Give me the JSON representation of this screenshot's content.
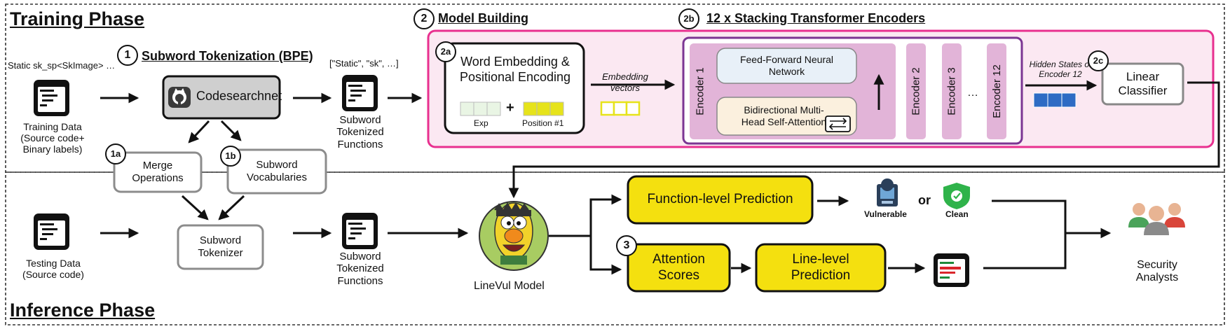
{
  "phases": {
    "training": "Training Phase",
    "inference": "Inference Phase"
  },
  "steps": {
    "s1": {
      "num": "1",
      "title": "Subword Tokenization (BPE)"
    },
    "s1a": {
      "num": "1a",
      "label": "Merge Operations"
    },
    "s1b": {
      "num": "1b",
      "label": "Subword Vocabularies"
    },
    "s2": {
      "num": "2",
      "title": "Model Building"
    },
    "s2a": {
      "num": "2a",
      "label": "Word Embedding & Positional Encoding"
    },
    "s2b": {
      "num": "2b",
      "title": "12 x Stacking Transformer Encoders"
    },
    "s2c": {
      "num": "2c",
      "label": "Linear Classifier"
    },
    "s3": {
      "num": "3",
      "label": "Attention Scores"
    }
  },
  "training": {
    "input_sample": "Static sk_sp<SkImage> …",
    "data_label": "Training Data (Source code+ Binary labels)",
    "codesearchnet": "Codesearchnet",
    "tokens_sample": "[\"Static\", \"sk\", …]",
    "tokenized_label": "Subword Tokenized Functions"
  },
  "model": {
    "emb_exp": "Exp",
    "emb_pos": "Position #1",
    "emb_plus": "+",
    "emb_vectors": "Embedding vectors",
    "encoder1": "Encoder 1",
    "ffn": "Feed-Forward Neural Network",
    "attn": "Bidirectional Multi-Head Self-Attention",
    "encoder2": "Encoder 2",
    "encoder3": "Encoder 3",
    "ellipsis": "…",
    "encoder12": "Encoder 12",
    "hidden": "Hidden States of Encoder 12"
  },
  "inference": {
    "data_label": "Testing Data (Source code)",
    "tokenizer": "Subword Tokenizer",
    "tokenized_label": "Subword Tokenized Functions",
    "model_label": "LineVul Model",
    "function_pred": "Function-level Prediction",
    "line_pred": "Line-level Prediction",
    "vulnerable": "Vulnerable",
    "or": "or",
    "clean": "Clean",
    "analysts": "Security Analysts"
  },
  "colors": {
    "pink": "#e8308f",
    "purple": "#7b3593",
    "encoder_fill": "#e2b4d8",
    "yellow": "#f4e00f",
    "blue_vec": "#2e6bc4",
    "green_vec": "#e9f5e4",
    "yellow_vec": "#e6e31b",
    "ffn_fill": "#e8f0f8",
    "attn_fill": "#fbf0de"
  }
}
